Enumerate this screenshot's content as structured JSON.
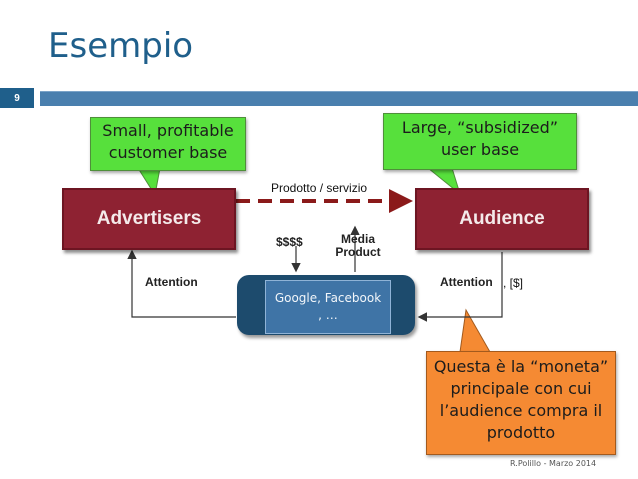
{
  "slide": {
    "title": "Esempio",
    "number": "9",
    "footer": "R.Polillo - Marzo 2014"
  },
  "diagram": {
    "advertisers": "Advertisers",
    "audience": "Audience",
    "product_arrow_label": "Prodotto / servizio",
    "money_label": "$$$$",
    "media_product_line1": "Media",
    "media_product_line2": "Product",
    "attention_left": "Attention",
    "attention_right": "Attention",
    "attention_extra": ", [$]",
    "platform_line1": "Google, Facebook",
    "platform_line2": ", …"
  },
  "callouts": {
    "advertisers_line1": "Small, profitable",
    "advertisers_line2": "customer base",
    "audience_line1": "Large, “subsidized”",
    "audience_line2": "user base",
    "moneta_line1": "Questa è la “moneta”",
    "moneta_line2": "principale con cui",
    "moneta_line3": "l’audience compra il",
    "moneta_line4": "prodotto"
  },
  "colors": {
    "accent": "#1f5f8b",
    "box_red": "#8e2232",
    "callout_green": "#57e03c",
    "callout_orange": "#f58a33",
    "arrow_dashed": "#8b1a1a"
  }
}
